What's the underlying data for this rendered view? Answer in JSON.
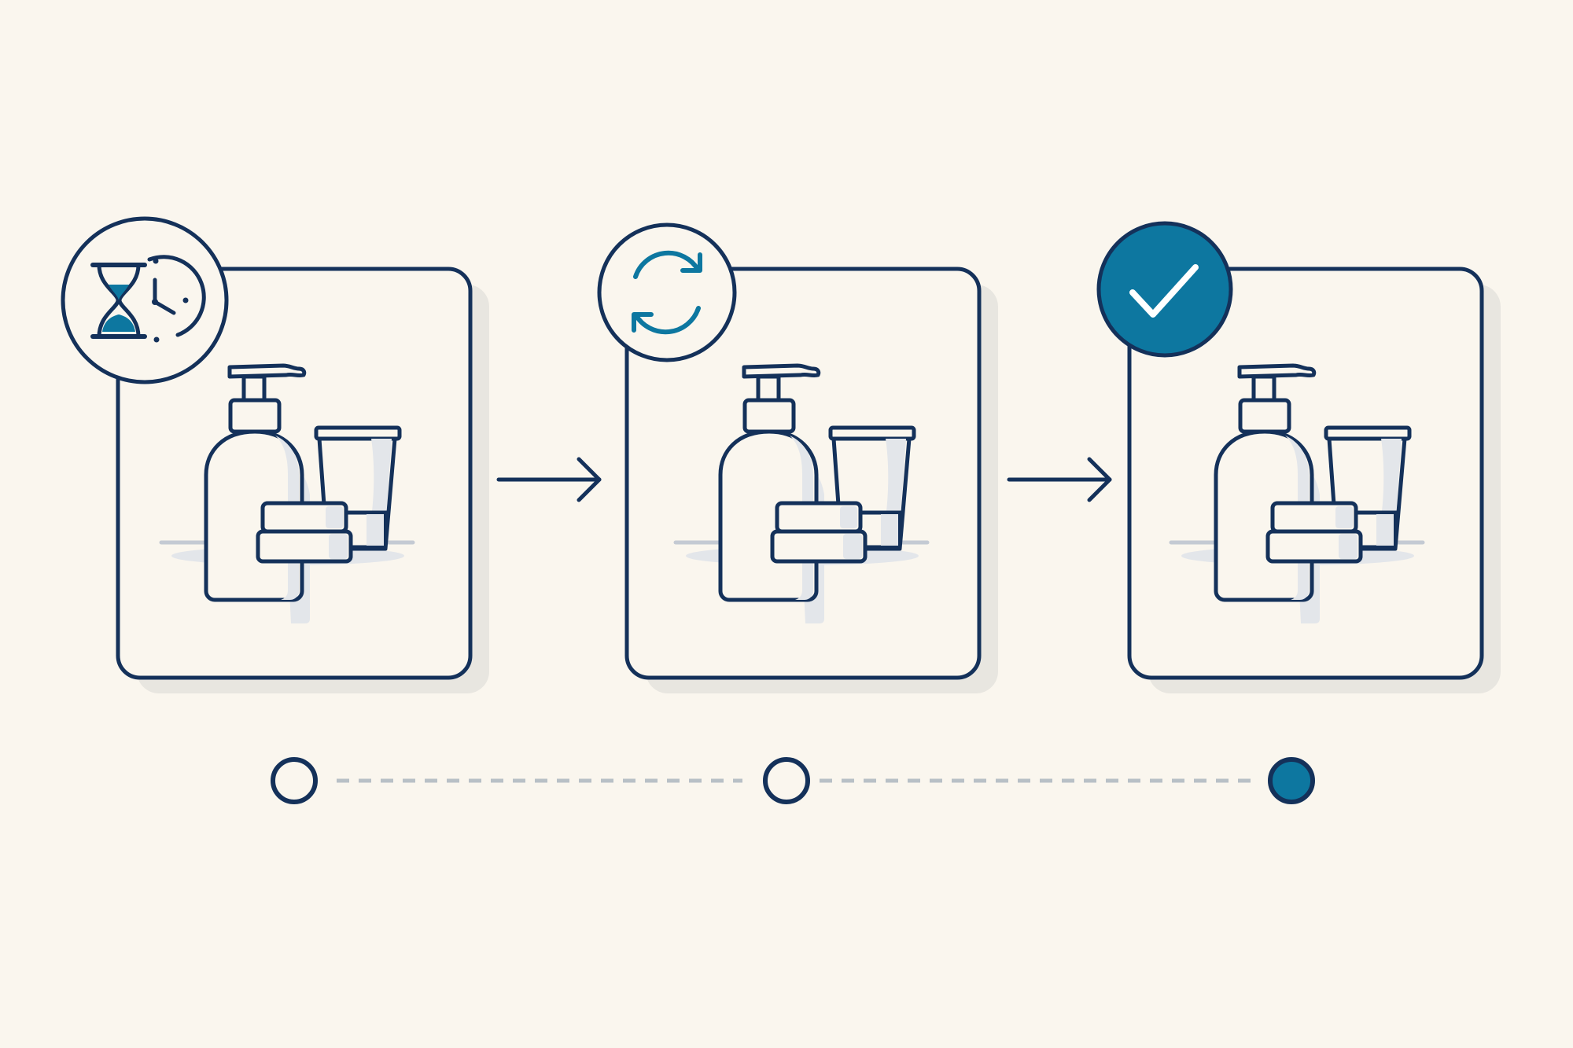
{
  "colors": {
    "background": "#faf6ee",
    "outline": "#14315a",
    "accent": "#0d77a0",
    "shadow": "#e6e4df",
    "product_shade": "#e3e6ea",
    "shelf_line": "#c4cad3",
    "dash_line": "#b8c0c6"
  },
  "stages": [
    {
      "status": "waiting",
      "badge_icon": "hourglass-clock-icon",
      "badge_filled": false,
      "product_group": "bottle-tube-jar"
    },
    {
      "status": "processing",
      "badge_icon": "refresh-icon",
      "badge_filled": false,
      "product_group": "bottle-tube-jar"
    },
    {
      "status": "complete",
      "badge_icon": "check-icon",
      "badge_filled": true,
      "product_group": "bottle-tube-jar"
    }
  ],
  "connectors": [
    {
      "icon": "arrow-right-icon"
    },
    {
      "icon": "arrow-right-icon"
    }
  ],
  "timeline": {
    "steps": [
      {
        "state": "hollow"
      },
      {
        "state": "hollow"
      },
      {
        "state": "filled"
      }
    ],
    "progress": 1.0
  }
}
